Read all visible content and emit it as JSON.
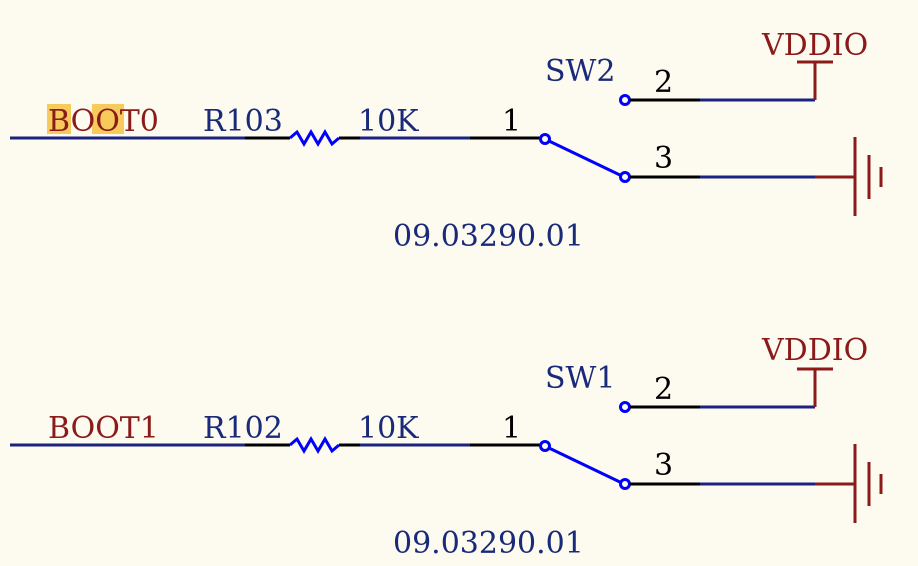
{
  "colors": {
    "background": "#fdfaf0",
    "wire": "#1a237e",
    "component": "#0000ff",
    "label": "#8b1a1a",
    "pin": "#000000",
    "highlight": "#f5c242"
  },
  "circuits": [
    {
      "net_label": "BOOT0",
      "highlighted": true,
      "resistor": {
        "designator": "R103",
        "value": "10K"
      },
      "switch": {
        "designator": "SW2",
        "part_number": "09.03290.01",
        "pin_common": "1",
        "pin_up": "2",
        "pin_down": "3"
      },
      "power_label": "VDDIO",
      "icons": {
        "ground": "ground-icon",
        "power": "power-bar-icon",
        "resistor": "resistor-zigzag-icon"
      }
    },
    {
      "net_label": "BOOT1",
      "highlighted": false,
      "resistor": {
        "designator": "R102",
        "value": "10K"
      },
      "switch": {
        "designator": "SW1",
        "part_number": "09.03290.01",
        "pin_common": "1",
        "pin_up": "2",
        "pin_down": "3"
      },
      "power_label": "VDDIO",
      "icons": {
        "ground": "ground-icon",
        "power": "power-bar-icon",
        "resistor": "resistor-zigzag-icon"
      }
    }
  ]
}
